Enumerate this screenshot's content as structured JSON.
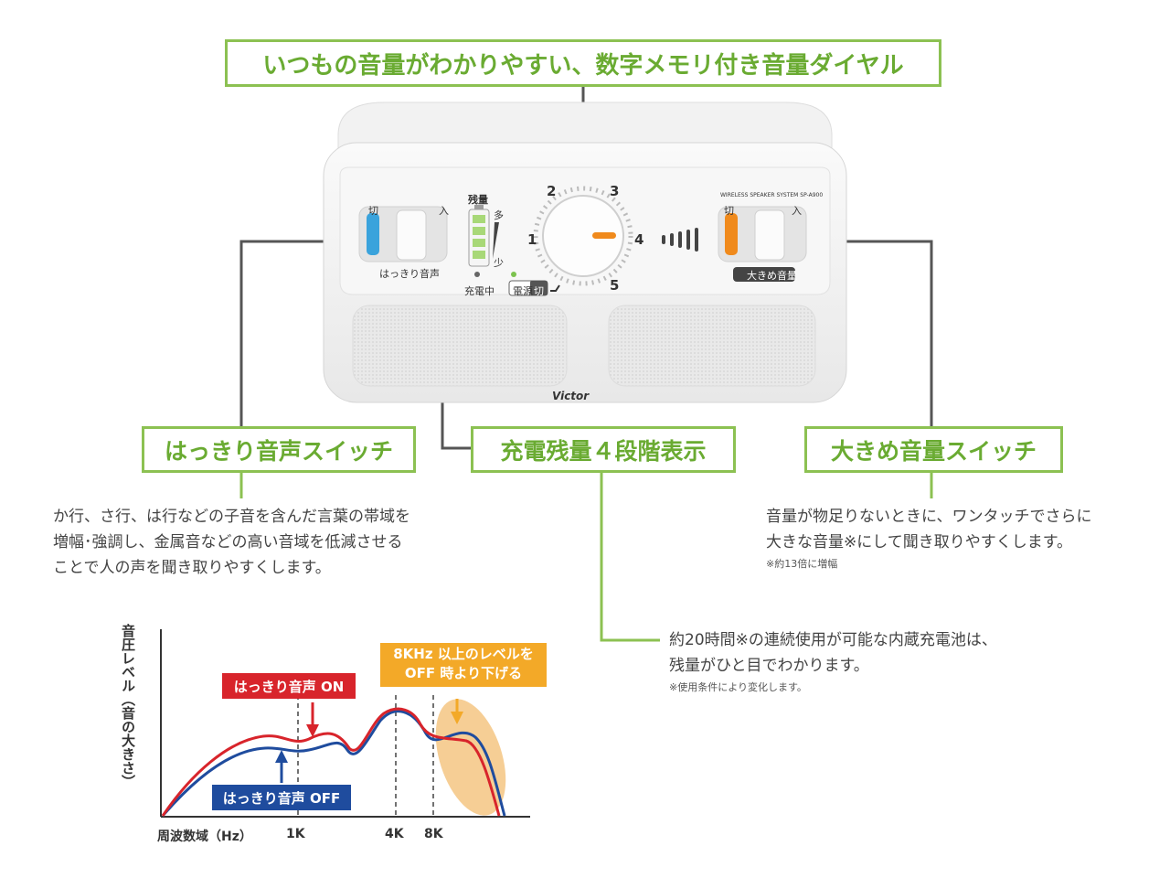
{
  "labels": {
    "top": "いつもの音量がわかりやすい、数字メモリ付き音量ダイヤル",
    "clear_voice": "はっきり音声スイッチ",
    "battery": "充電残量４段階表示",
    "loud": "大きめ音量スイッチ"
  },
  "descriptions": {
    "clear_voice": [
      "か行、さ行、は行などの子音を含んだ言葉の帯域を",
      "増幅･強調し、金属音などの高い音域を低減させる",
      "ことで人の声を聞き取りやすくします。"
    ],
    "loud": [
      "音量が物足りないときに、ワンタッチでさらに",
      "大きな音量※にして聞き取りやすくします。"
    ],
    "loud_note": "※約13倍に増幅",
    "battery": [
      "約20時間※の連続使用が可能な内蔵充電池は、",
      "残量がひと目でわかります。"
    ],
    "battery_note": "※使用条件により変化します。"
  },
  "speaker": {
    "off_left": "切",
    "on_left": "入",
    "clear_label": "はっきり音声",
    "battery_title": "残量",
    "battery_many": "多",
    "battery_few": "少",
    "charging": "充電中",
    "power": "電源",
    "power_off": "切",
    "dial_numbers": [
      "1",
      "2",
      "3",
      "4",
      "5"
    ],
    "model": "WIRELESS SPEAKER SYSTEM SP-A900",
    "off_right": "切",
    "on_right": "入",
    "loud_label": "大きめ音量",
    "brand": "Victor"
  },
  "chart_data": {
    "type": "line",
    "ylabel": "音圧レベル（音の大きさ）",
    "xlabel": "周波数域（Hz）",
    "x_ticks": [
      "1K",
      "4K",
      "8K"
    ],
    "series": [
      {
        "name": "はっきり音声 ON",
        "color": "#d8242b"
      },
      {
        "name": "はっきり音声 OFF",
        "color": "#1f4c9e"
      }
    ],
    "annotation": [
      "8KHz 以上のレベルを",
      "OFF 時より下げる"
    ]
  }
}
